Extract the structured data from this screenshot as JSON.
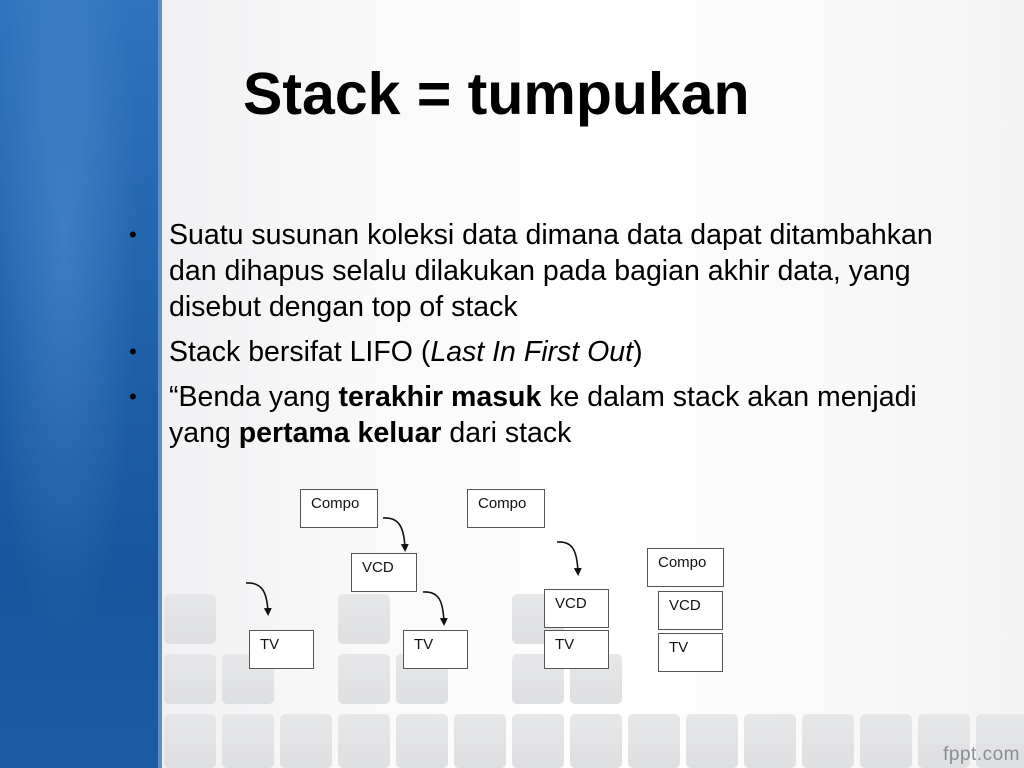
{
  "slide": {
    "title": "Stack = tumpukan",
    "bullets": [
      {
        "parts": [
          {
            "text": "Suatu susunan koleksi data dimana data  dapat ditambahkan dan dihapus selalu dilakukan pada bagian akhir data, yang disebut dengan top of stack",
            "style": "normal"
          }
        ]
      },
      {
        "parts": [
          {
            "text": "Stack bersifat LIFO (",
            "style": "normal"
          },
          {
            "text": "Last In First Out",
            "style": "italic"
          },
          {
            "text": ")",
            "style": "normal"
          }
        ]
      },
      {
        "parts": [
          {
            "text": "“Benda yang ",
            "style": "normal"
          },
          {
            "text": "terakhir masuk",
            "style": "bold"
          },
          {
            "text": " ke dalam stack akan menjadi yang ",
            "style": "normal"
          },
          {
            "text": "pertama keluar",
            "style": "bold"
          },
          {
            "text": " dari stack",
            "style": "normal"
          }
        ]
      }
    ],
    "bullet_symbol": "•"
  },
  "diagram": {
    "step1": {
      "tv": "TV"
    },
    "step2": {
      "tv": "TV",
      "vcd": "VCD"
    },
    "step3": {
      "tv": "TV",
      "vcd": "VCD",
      "compo": "Compo"
    },
    "step4": {
      "tv": "TV",
      "vcd": "VCD",
      "compo": "Compo"
    },
    "incoming": {
      "vcd_to_step2": "VCD",
      "compo_to_step3": "Compo",
      "compo_to_step4": "Compo"
    }
  },
  "footer": {
    "watermark": "fppt.com"
  }
}
